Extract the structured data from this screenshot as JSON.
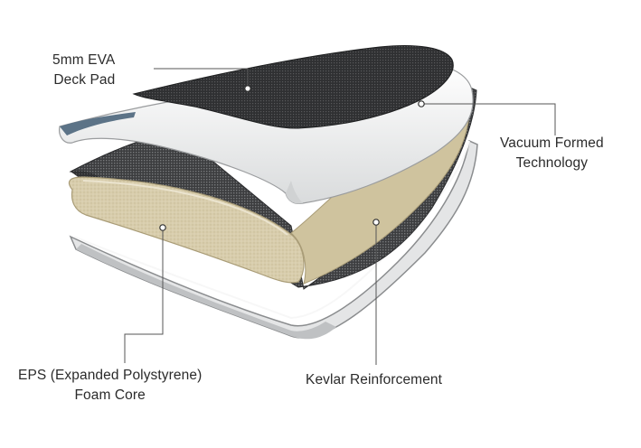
{
  "colors": {
    "deck_pad": "#3a3b3d",
    "skin": "#f2f3f3",
    "skin_shadow": "#c9cbcc",
    "kevlar": "#474849",
    "foam": "#d7ccab",
    "foam_edge": "#b8ab86",
    "leader": "#555555"
  },
  "labels": {
    "eva": {
      "line1": "5mm EVA",
      "line2": "Deck Pad"
    },
    "vacuum": {
      "line1": "Vacuum Formed",
      "line2": "Technology"
    },
    "eps": {
      "line1": "EPS (Expanded Polystyrene)",
      "line2": "Foam Core"
    },
    "kevlar": {
      "line1": "Kevlar Reinforcement"
    }
  }
}
